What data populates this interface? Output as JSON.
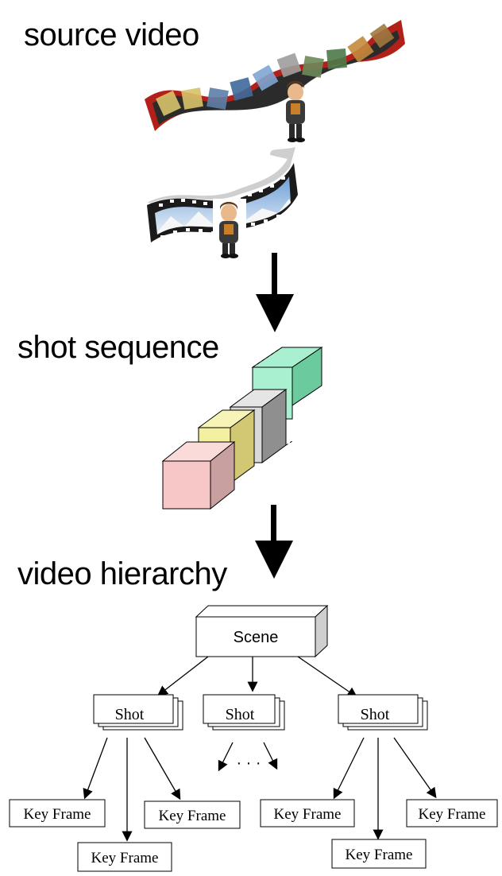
{
  "labels": {
    "source_video": "source video",
    "shot_sequence": "shot sequence",
    "video_hierarchy": "video hierarchy"
  },
  "hierarchy": {
    "scene": "Scene",
    "shot_1": "Shot",
    "shot_2": "Shot",
    "shot_3": "Shot",
    "ellipsis": "· · ·",
    "kf_1": "Key Frame",
    "kf_2": "Key Frame",
    "kf_3": "Key Frame",
    "kf_4": "Key Frame",
    "kf_5": "Key Frame",
    "kf_6": "Key Frame"
  },
  "colors": {
    "cube_pink": "#f7c6c6",
    "cube_yellow": "#f3f0a0",
    "cube_gray": "#d9d9d9",
    "cube_green": "#a8f0cf",
    "film_red": "#b3201a",
    "film_black": "#1a1a1a"
  }
}
